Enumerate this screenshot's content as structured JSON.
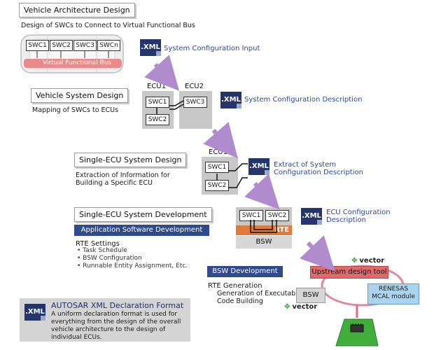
{
  "stage1": {
    "title": "Vehicle Architecture Design",
    "caption": "Design of SWCs to Connect to Virtual Functional Bus",
    "swcs": [
      "SWC1",
      "SWC2",
      "SWC3",
      "SWCn"
    ],
    "bus_label": "Virtual Functional Bus",
    "xml_icon": ".XML",
    "xml_label": "System Configuration Input"
  },
  "stage2": {
    "title": "Vehicle System Design",
    "caption": "Mapping of SWCs to ECUs",
    "ecu1": "ECU1",
    "ecu2": "ECU2",
    "swc1": "SWC1",
    "swc2": "SWC2",
    "swc3": "SWC3",
    "xml_icon": ".XML",
    "xml_label": "System Configuration Description"
  },
  "stage3": {
    "title": "Single-ECU System Design",
    "caption_line1": "Extraction of Information for",
    "caption_line2": "Building a Specific ECU",
    "ecu1": "ECU1",
    "swc1": "SWC1",
    "swc2": "SWC2",
    "xml_icon": ".XML",
    "xml_label_line1": "Extract of System",
    "xml_label_line2": "Configuration Description"
  },
  "stage4": {
    "title": "Single-ECU System Development",
    "app_band": "Application Software Development",
    "rte_settings": "RTE Settings",
    "bullets": [
      "Task Schedule",
      "BSW Configuration",
      "Runnable Entity Assignment, Etc."
    ],
    "swc1": "SWC1",
    "swc2": "SWC2",
    "rte": "RTE",
    "bsw": "BSW",
    "xml_icon": ".XML",
    "xml_label_line1": "ECU Configuration",
    "xml_label_line2": "Description"
  },
  "bsw_dev": {
    "band": "BSW Development",
    "line1": "RTE Generation",
    "line2": "Generation of Executable",
    "line3": "Code Building"
  },
  "tools": {
    "upstream": "Upstream design tool",
    "bsw": "BSW",
    "renesas_line1": "RENESAS",
    "renesas_line2": "MCAL module",
    "vector1": "vector",
    "vector2": "vector"
  },
  "note": {
    "xml_icon": ".XML",
    "title": "AUTOSAR XML Declaration Format",
    "line1": "A uniform declaration format is used for",
    "line2": "everything from the design of the overall",
    "line3": "vehicle architecture to the design of",
    "line4": "individual ECUs."
  },
  "colors": {
    "navy": "#25356b",
    "band_blue": "#2e4a8c",
    "rte_orange": "#e07a3c",
    "upstream_red": "#e06a6a",
    "renesas_blue": "#a9d3ee",
    "arrow_purple": "#b08ccf",
    "ecu_gray": "#c8c8c8"
  }
}
